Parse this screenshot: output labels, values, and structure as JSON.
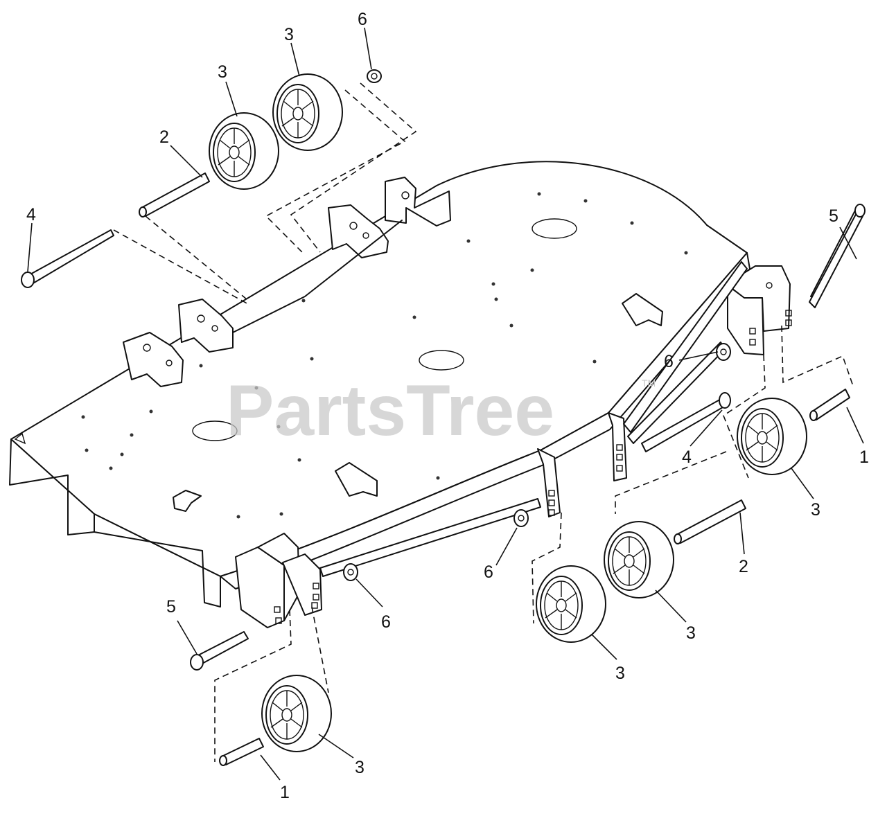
{
  "watermark": {
    "text": "PartsTree",
    "mark": "TM"
  },
  "callouts": [
    {
      "id": "c1",
      "label": "6"
    },
    {
      "id": "c2",
      "label": "3"
    },
    {
      "id": "c3",
      "label": "3"
    },
    {
      "id": "c4",
      "label": "2"
    },
    {
      "id": "c5",
      "label": "4"
    },
    {
      "id": "c6",
      "label": "5"
    },
    {
      "id": "c7",
      "label": "6"
    },
    {
      "id": "c8",
      "label": "4"
    },
    {
      "id": "c9",
      "label": "1"
    },
    {
      "id": "c10",
      "label": "3"
    },
    {
      "id": "c11",
      "label": "2"
    },
    {
      "id": "c12",
      "label": "6"
    },
    {
      "id": "c13",
      "label": "6"
    },
    {
      "id": "c14",
      "label": "3"
    },
    {
      "id": "c15",
      "label": "3"
    },
    {
      "id": "c16",
      "label": "5"
    },
    {
      "id": "c17",
      "label": "3"
    },
    {
      "id": "c18",
      "label": "1"
    }
  ]
}
